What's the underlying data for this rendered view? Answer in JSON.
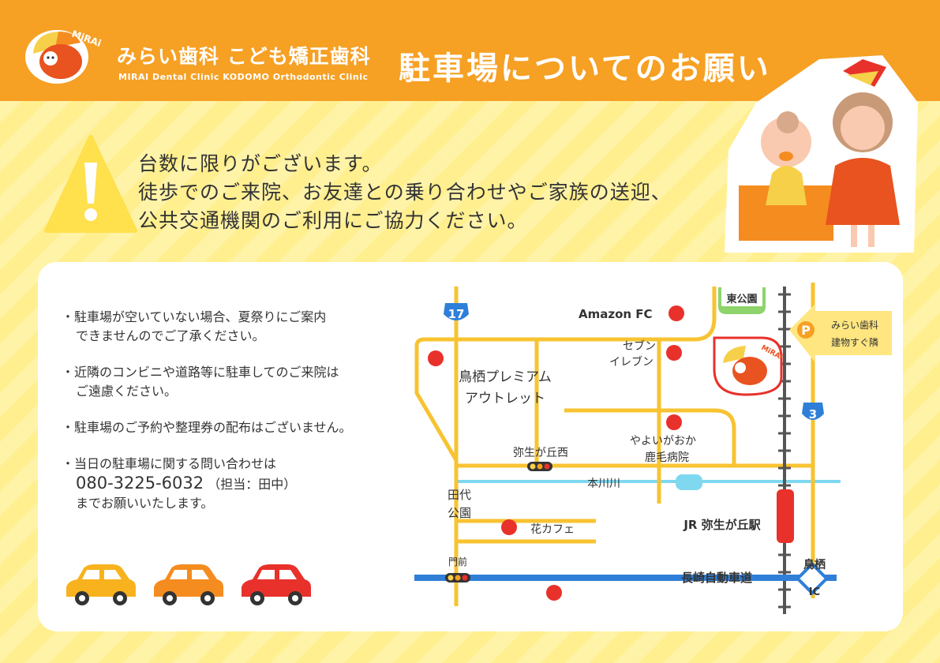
{
  "header": {
    "logo_text": "MiRAi",
    "clinic_name_jp": "みらい歯科 こども矯正歯科",
    "clinic_name_en": "MIRAI Dental Clinic   KODOMO Orthodontic Clinic",
    "title": "駐車場についてのお願い"
  },
  "notice": {
    "lines": [
      "台数に限りがございます。",
      "徒歩でのご来院、お友達との乗り合わせやご家族の送迎、",
      "公共交通機関のご利用にご協力ください。"
    ]
  },
  "rules": [
    {
      "lines": [
        "・駐車場が空いていない場合、夏祭りにご案内",
        "できませんのでご了承ください。"
      ]
    },
    {
      "lines": [
        "・近隣のコンビニや道路等に駐車してのご来院は",
        "ご遠慮ください。"
      ]
    },
    {
      "lines": [
        "・駐車場のご予約や整理券の配布はございません。"
      ]
    }
  ],
  "contact": {
    "intro": "・当日の駐車場に関する問い合わせは",
    "phone": "080-3225-6032",
    "tanto": "（担当：田中）",
    "outro": "までお願いいたします。"
  },
  "cars": [
    {
      "color": "#f7b21d"
    },
    {
      "color": "#f58c1f"
    },
    {
      "color": "#e8312b"
    }
  ],
  "map": {
    "colors": {
      "road": "#f7c331",
      "highway": "#2f7fd8",
      "river": "#7fd8f0",
      "rail": "#555555",
      "spot": "#e8312b"
    },
    "route_17": "17",
    "route_3": "3",
    "amazon": "Amazon FC",
    "seven_1": "セブン",
    "seven_2": "イレブン",
    "outlet_1": "鳥栖プレミアム",
    "outlet_2": "アウトレット",
    "yayoi_west": "弥生が丘西",
    "hospital_1": "やよいがおか",
    "hospital_2": "鹿毛病院",
    "river": "本川川",
    "park_1": "田代",
    "park_2": "公園",
    "cafe": "花カフェ",
    "station": "JR 弥生が丘駅",
    "monmae": "門前",
    "expressway": "長崎自動車道",
    "ic_1": "鳥栖",
    "ic_2": "IC",
    "east_park": "東公園",
    "parking_p": "P",
    "parking_1": "みらい歯科",
    "parking_2": "建物すぐ隣",
    "clinic_logo": "MiRAi"
  }
}
